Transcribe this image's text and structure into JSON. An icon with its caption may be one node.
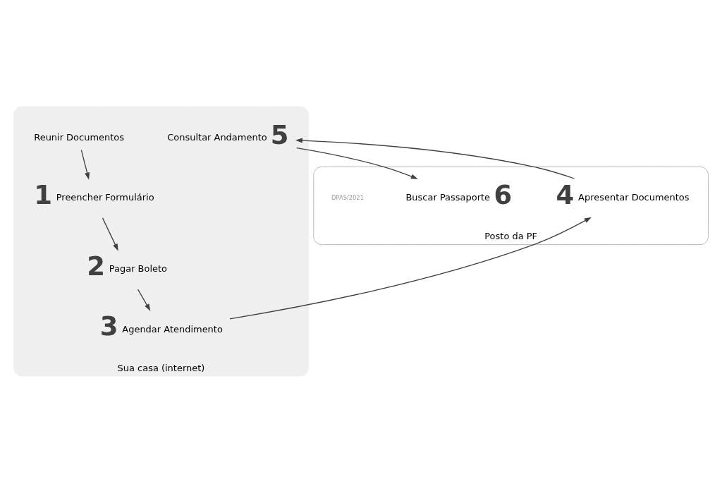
{
  "diagram": {
    "nodes": [
      {
        "text": [
          "Sua casa (internet)"
        ]
      },
      {
        "text": [
          "Posto da PF"
        ]
      },
      {
        "text": [
          "Reunir Documentos"
        ],
        "in": 0
      },
      {
        "text": [
          "1",
          "Preencher Formulário"
        ],
        "in": 0
      },
      {
        "text": [
          "2",
          "Pagar Boleto"
        ],
        "in": 0
      },
      {
        "text": [
          "3",
          "Agendar Atendimento"
        ],
        "in": 0
      },
      {
        "text": [
          "Consultar Andamento",
          "5"
        ],
        "in": 0
      },
      {
        "text": [
          "4",
          "Apresentar Documentos"
        ],
        "in": 1
      },
      {
        "text": [
          "Buscar Passaporte",
          "6"
        ],
        "in": 1
      }
    ],
    "edges": [
      {
        "from": 2,
        "to": 3,
        "arrow": "to"
      },
      {
        "from": 3,
        "to": 4,
        "arrow": "to"
      },
      {
        "from": 4,
        "to": 5,
        "arrow": "to"
      },
      {
        "from": 5,
        "to": 7,
        "arrow": "to"
      },
      {
        "from": 7,
        "to": 6,
        "arrow": "to"
      },
      {
        "from": 6,
        "to": 8,
        "arrow": "to"
      }
    ],
    "labels": [
      "DPAS/2021"
    ]
  }
}
